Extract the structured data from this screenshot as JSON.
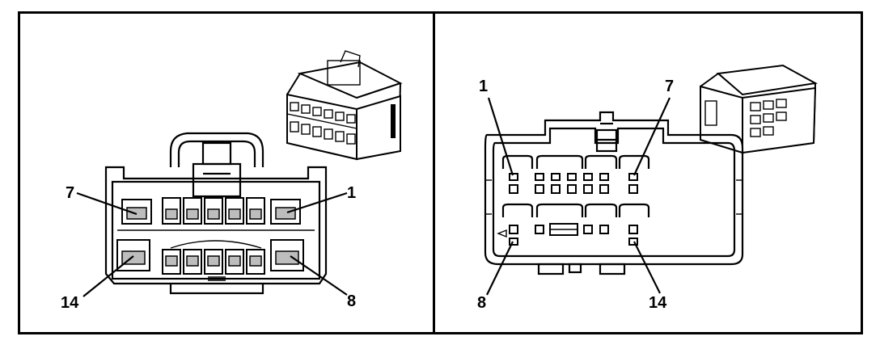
{
  "left_view": {
    "labels": {
      "pin_7": "7",
      "pin_1": "1",
      "pin_14": "14",
      "pin_8": "8"
    }
  },
  "right_view": {
    "labels": {
      "pin_1": "1",
      "pin_7": "7",
      "pin_8": "8",
      "pin_14": "14"
    }
  }
}
